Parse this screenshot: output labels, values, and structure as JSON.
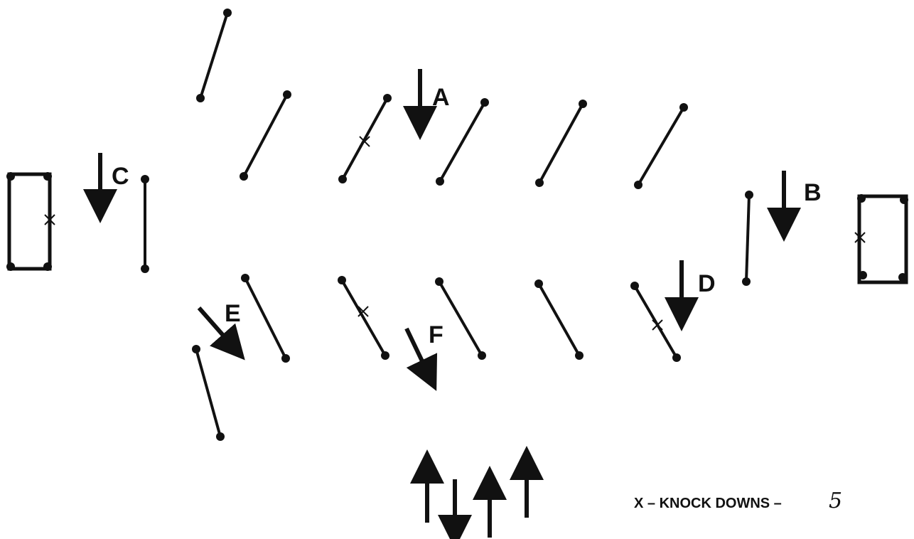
{
  "labels": {
    "a": "A",
    "b": "B",
    "c": "C",
    "d": "D",
    "e": "E",
    "f": "F"
  },
  "legend": {
    "text": "X – KNOCK DOWNS –",
    "count": "5"
  },
  "colors": {
    "ink": "#111111",
    "paper": "#ffffff"
  }
}
